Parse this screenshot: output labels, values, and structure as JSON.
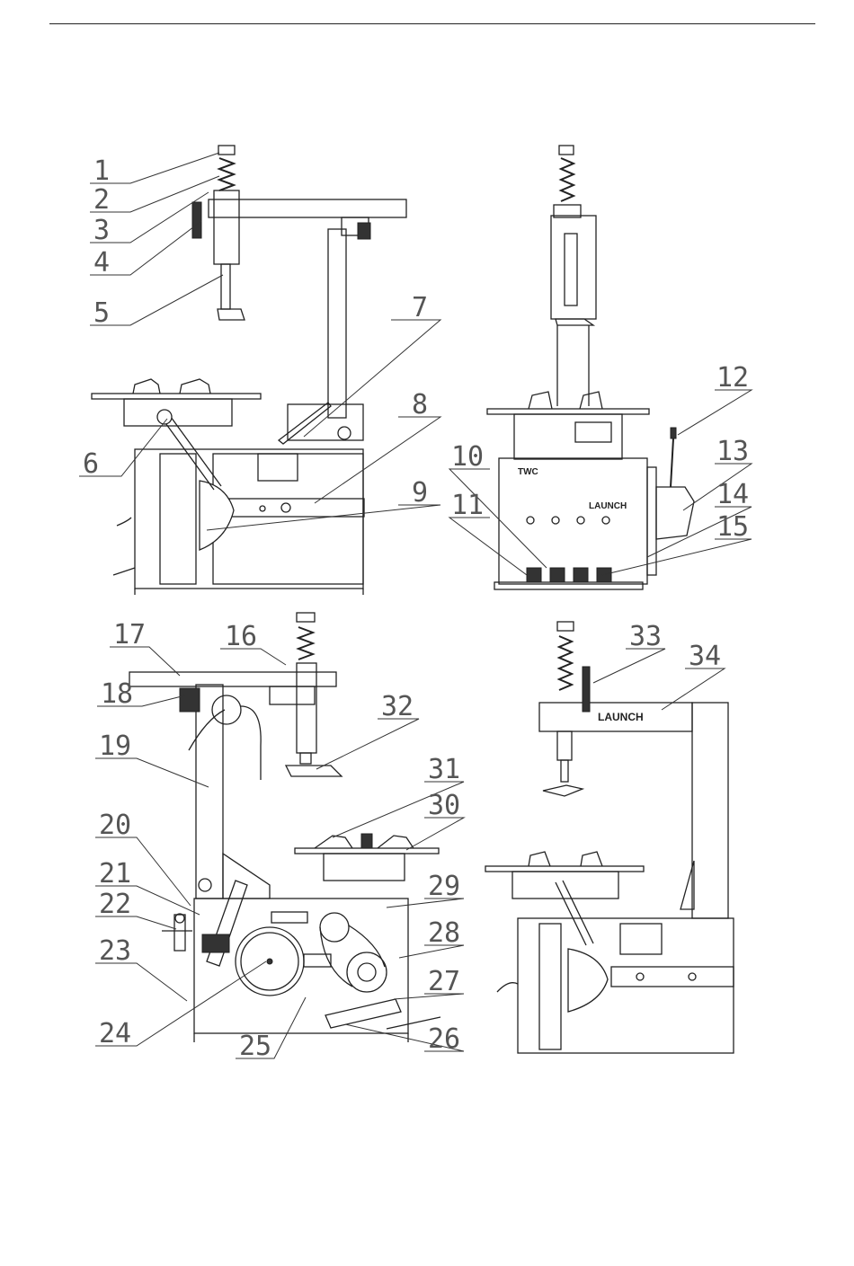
{
  "figure": {
    "callouts": [
      "1",
      "2",
      "3",
      "4",
      "5",
      "6",
      "7",
      "8",
      "9",
      "10",
      "11",
      "12",
      "13",
      "14",
      "15",
      "16",
      "17",
      "18",
      "19",
      "20",
      "21",
      "22",
      "23",
      "24",
      "25",
      "26",
      "27",
      "28",
      "29",
      "30",
      "31",
      "32",
      "33",
      "34"
    ],
    "panel_texts": {
      "brand_front": "LAUNCH",
      "model_front": "TWC",
      "brand_arm": "LAUNCH"
    }
  }
}
